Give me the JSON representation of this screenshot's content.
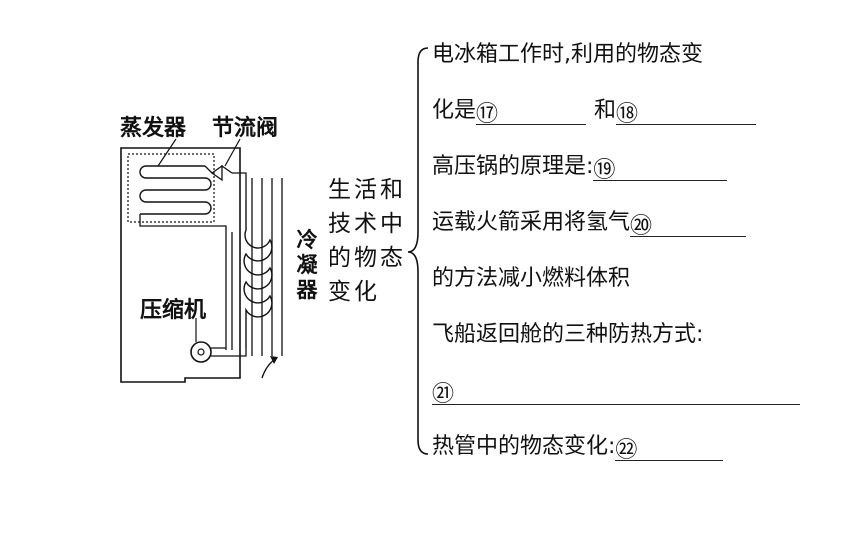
{
  "diagram": {
    "evaporator_label": "蒸发器",
    "valve_label": "节流阀",
    "condenser_label": "冷凝器",
    "compressor_label": "压缩机"
  },
  "topic": {
    "lines": [
      "生活和",
      "技术中",
      "的物态",
      "变化"
    ]
  },
  "items": {
    "fridge_line1": "电冰箱工作时,利用的物态变",
    "fridge_line2_prefix": "化是",
    "blank17": "⑰",
    "fridge_and": "和",
    "blank18": "⑱",
    "cooker_prefix": "高压锅的原理是:",
    "blank19": "⑲",
    "rocket_prefix": "运载火箭采用将氢气",
    "blank20": "⑳",
    "rocket_line2": "的方法减小燃料体积",
    "capsule_line": "飞船返回舱的三种防热方式:",
    "blank21": "㉑",
    "heatpipe_prefix": "热管中的物态变化:",
    "blank22": "㉒"
  }
}
